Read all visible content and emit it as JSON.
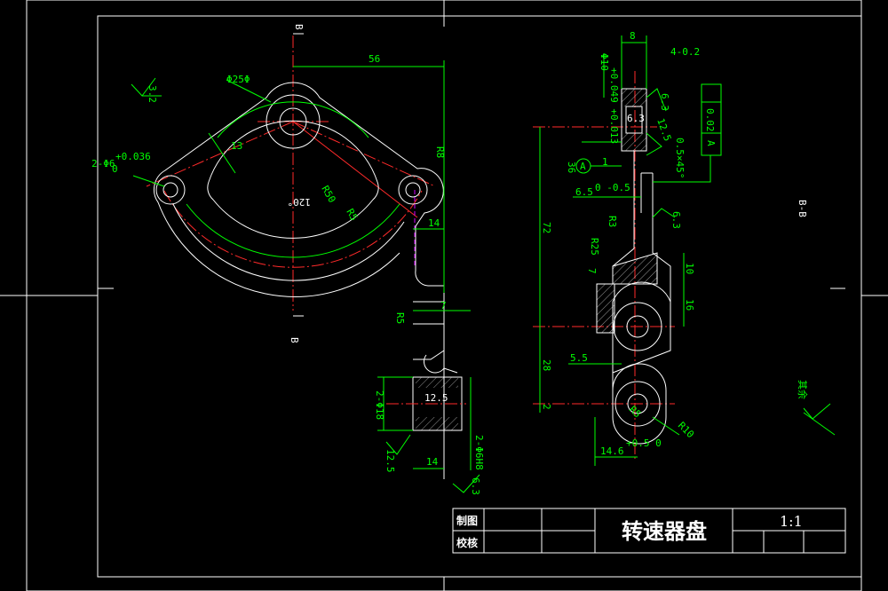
{
  "title_block": {
    "part_name": "转速器盘",
    "scale": "1:1",
    "row1_label": "制图",
    "row2_label": "校核"
  },
  "section_marks": {
    "top": "B",
    "bottom": "B",
    "view_label": "B-B"
  },
  "dimensions_front": {
    "d56": "56",
    "hub_dia": "Φ25Φ",
    "hole_dia": "2-Φ6",
    "hole_tol_top": "+0.036",
    "hole_tol_bottom": "0",
    "r13": "13",
    "r50": "R50",
    "r5": "R5",
    "angle": "120°",
    "r8": "R8",
    "r3": "R3",
    "d14_a": "14",
    "d7": "7",
    "r5b": "R5",
    "hole_18": "2-Φ18",
    "d12_5": "12.5",
    "d14_b": "14",
    "d2_hole": "2-Φ6H8",
    "rough_3_2": "3.2",
    "rough_12_5": "12.5",
    "rough_6_3": "6.3"
  },
  "dimensions_section": {
    "d8": "8",
    "tol_4": "4-0.2",
    "dia10": "Φ10",
    "dia10_tol": "+0.049 +0.013",
    "rough_6_3_a": "6.3",
    "rough_6_3_b": "6.3",
    "rough_12_5": "12.5",
    "chamfer": "0.5×45°",
    "flatness": "0.02",
    "datum_a": "A",
    "datum_circle": "A",
    "d36": "36",
    "d1": "1",
    "d6_5": "6.5",
    "d6_5_tol": "0 -0.5",
    "r3": "R3",
    "rough_6_3_c": "6.3",
    "d72": "72",
    "r25": "R25",
    "d7": "7",
    "d10": "10",
    "d16": "16",
    "d28": "28",
    "d5_5": "5.5",
    "d2": "2",
    "d14_6": "14.6",
    "d14_6_tol": "+0.5 0",
    "r10": "R10",
    "r5": "R5"
  },
  "notes": {
    "other": "其余"
  }
}
